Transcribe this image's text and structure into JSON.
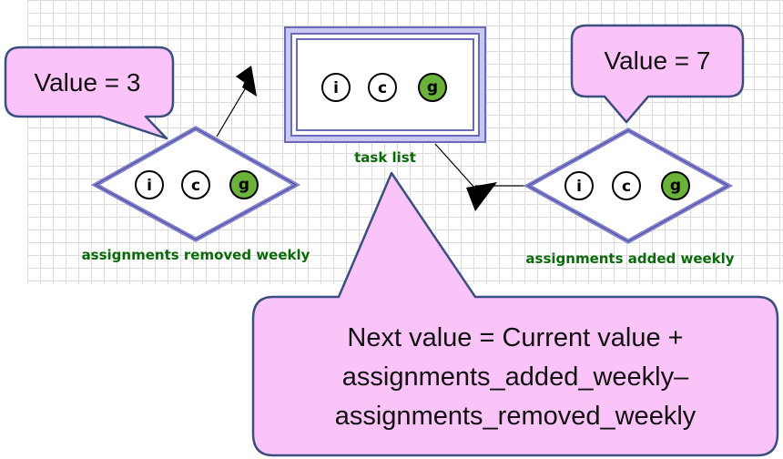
{
  "nodes": {
    "task_list": {
      "label": "task list",
      "icons": [
        "i",
        "c",
        "g"
      ],
      "icon_names": [
        "info-icon",
        "conditions-icon",
        "graph-icon"
      ]
    },
    "removed": {
      "label": "assignments removed weekly",
      "icons": [
        "i",
        "c",
        "g"
      ],
      "icon_names": [
        "info-icon",
        "conditions-icon",
        "graph-icon"
      ]
    },
    "added": {
      "label": "assignments added weekly",
      "icons": [
        "i",
        "c",
        "g"
      ],
      "icon_names": [
        "info-icon",
        "conditions-icon",
        "graph-icon"
      ]
    }
  },
  "callouts": {
    "left": {
      "text": "Value = 3"
    },
    "right": {
      "text": "Value = 7"
    },
    "bottom": {
      "line1": "Next value =  Current value +",
      "line2": "assignments_added_weekly–",
      "line3": "assignments_removed_weekly"
    }
  },
  "colors": {
    "callout_fill": "#fbc4f8",
    "callout_stroke": "#3a4f80",
    "node_border": "#8080cc",
    "node_label": "#0a6a0a",
    "icon_green": "#6ab23a"
  }
}
